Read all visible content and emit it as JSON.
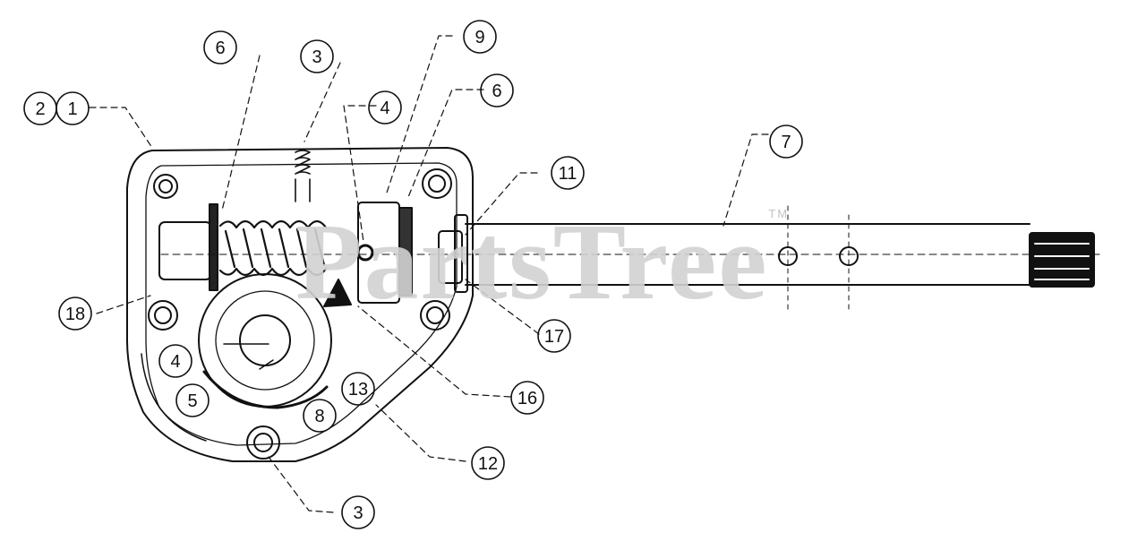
{
  "watermark": {
    "text": "PartsTree",
    "mark": "TM"
  },
  "callouts": [
    "2",
    "1",
    "6",
    "3",
    "9",
    "4",
    "6",
    "7",
    "11",
    "18",
    "4",
    "5",
    "8",
    "13",
    "16",
    "12",
    "17",
    "3"
  ]
}
